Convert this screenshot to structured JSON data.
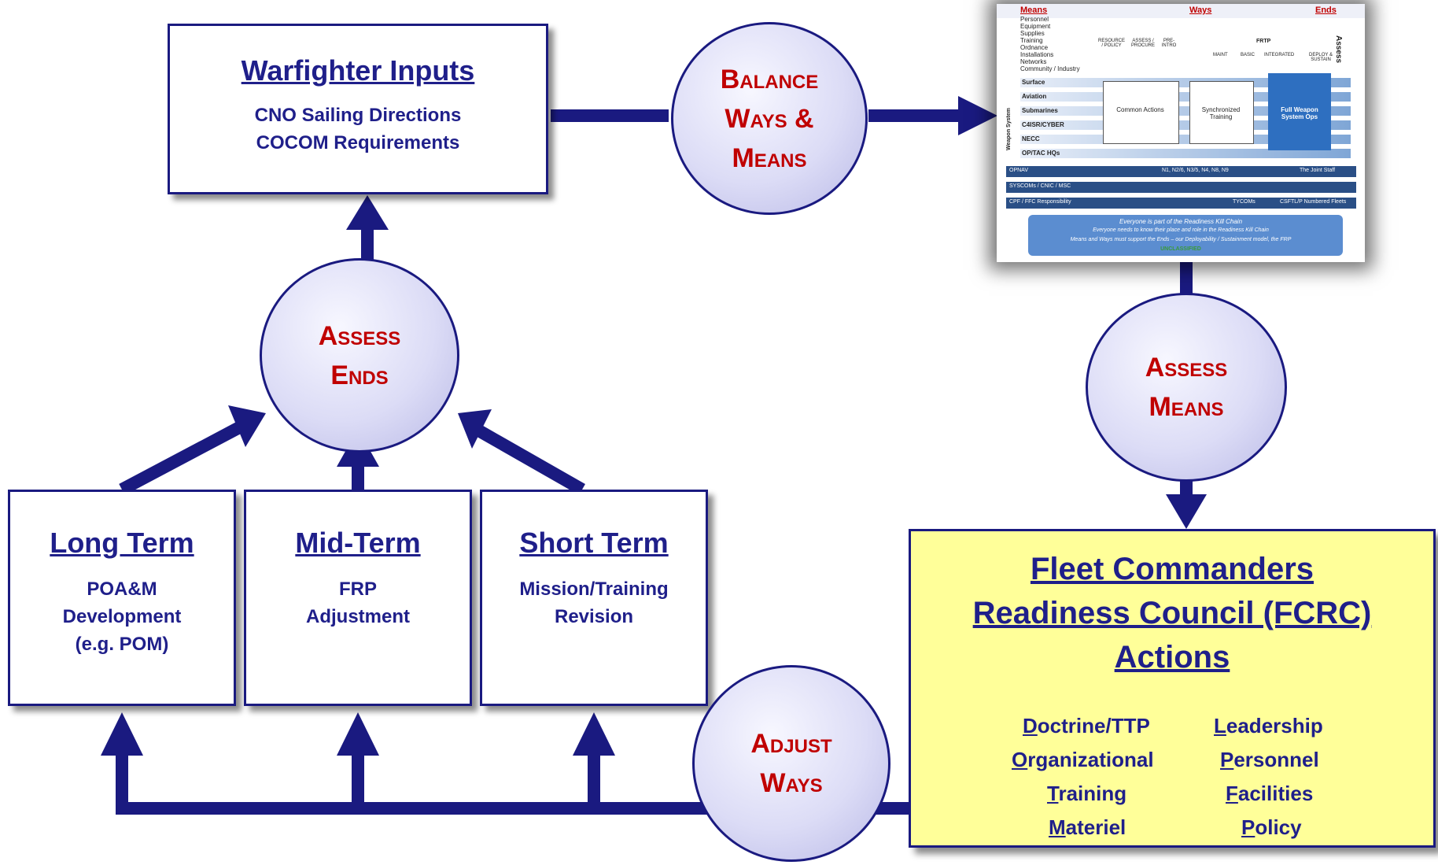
{
  "warfighter": {
    "title": "Warfighter Inputs",
    "lines": [
      "CNO Sailing Directions",
      "COCOM Requirements"
    ]
  },
  "circles": {
    "balance": "Balance\nWays &\nMeans",
    "assess_ends": "Assess\nEnds",
    "assess_means": "Assess\nMeans",
    "adjust_ways": "Adjust\nWays"
  },
  "terms": [
    {
      "title": "Long Term",
      "lines": [
        "POA&M",
        "Development",
        "(e.g. POM)"
      ]
    },
    {
      "title": "Mid-Term",
      "lines": [
        "FRP",
        "Adjustment"
      ]
    },
    {
      "title": "Short Term",
      "lines": [
        "Mission/Training",
        "Revision"
      ]
    }
  ],
  "fcrc": {
    "title_lines": [
      "Fleet Commanders",
      "Readiness Council (FCRC)",
      "Actions"
    ],
    "actions_left": [
      {
        "initial": "D",
        "rest": "octrine/TTP"
      },
      {
        "initial": "O",
        "rest": "rganizational"
      },
      {
        "initial": "T",
        "rest": "raining"
      },
      {
        "initial": "M",
        "rest": "ateriel"
      }
    ],
    "actions_right": [
      {
        "initial": "L",
        "rest": "eadership"
      },
      {
        "initial": "P",
        "rest": "ersonnel"
      },
      {
        "initial": "F",
        "rest": "acilities"
      },
      {
        "initial": "P",
        "rest": "olicy"
      }
    ]
  },
  "inset": {
    "means": "Means",
    "ways": "Ways",
    "ends": "Ends",
    "assess": "Assess",
    "means_list": [
      "Personnel",
      "Equipment",
      "Supplies",
      "Training",
      "Ordnance",
      "Installations",
      "Networks",
      "Community / Industry"
    ],
    "cols": [
      "RESOURCE / POLICY",
      "ASSESS / PROCURE",
      "PRE-INTRO",
      "FRTP",
      "MAINT",
      "BASIC",
      "INTEGRATED",
      "DEPLOY & SUSTAIN"
    ],
    "weapon_system": "Weapon System",
    "rows": [
      "Surface",
      "Aviation",
      "Submarines",
      "C4ISR/CYBER",
      "NECC",
      "OP/TAC HQs"
    ],
    "boxes": [
      "Common Actions",
      "Synchronized Training",
      "Full Weapon System Ops"
    ],
    "bands": [
      {
        "left": "OPNAV",
        "mid": "N1, N2/6, N3/5, N4, N8, N9",
        "right": "The Joint Staff"
      },
      {
        "left": "SYSCOMs / CNIC / MSC",
        "mid": "",
        "right": ""
      },
      {
        "left": "CPF / FFC Responsibility",
        "mid": "TYCOMs",
        "right": "CSFTL/P    Numbered Fleets"
      }
    ],
    "notes": [
      "Everyone is part of the Readiness Kill Chain",
      "Everyone needs to know their place and role in the Readiness Kill Chain",
      "Means and Ways must support the Ends – our Deployability / Sustainment model, the FRP"
    ],
    "footer": "UNCLASSIFIED"
  },
  "colors": {
    "navy": "#1a1a80",
    "label_red": "#c00000",
    "fcrc_fill": "#ffff99",
    "circle_fill": "#dcdcf6"
  }
}
